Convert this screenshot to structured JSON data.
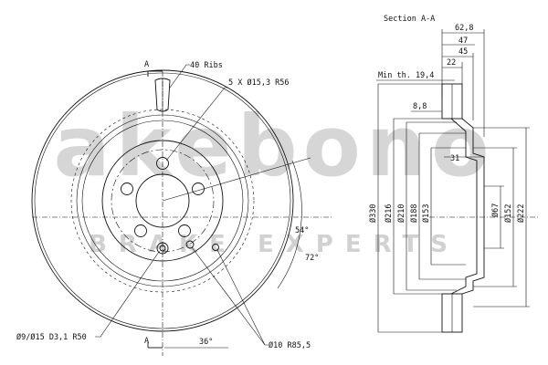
{
  "front_view": {
    "ribs_label": "40 Ribs",
    "bolt_label": "5 X Ø15,3 R56",
    "pin_label": "Ø9/Ø15 D3,1 R50",
    "hole_label": "Ø10 R85,5",
    "angle_54": "54°",
    "angle_72": "72°",
    "angle_36": "36°",
    "section_mark_top": "A",
    "section_mark_bottom": "A"
  },
  "section_view": {
    "title": "Section A-A",
    "min_thickness": "Min th. 19,4",
    "dim_62_8": "62,8",
    "dim_47": "47",
    "dim_45": "45",
    "dim_22": "22",
    "dim_8_8": "8,8",
    "dim_31": "31",
    "dia_330": "Ø330",
    "dia_216": "Ø216",
    "dia_210": "Ø210",
    "dia_188": "Ø188",
    "dia_153": "Ø153",
    "dia_67": "Ø67",
    "dia_152": "Ø152",
    "dia_222": "Ø222"
  },
  "watermark": {
    "brand": "akebono",
    "tagline": "BRAKE EXPERTS"
  }
}
